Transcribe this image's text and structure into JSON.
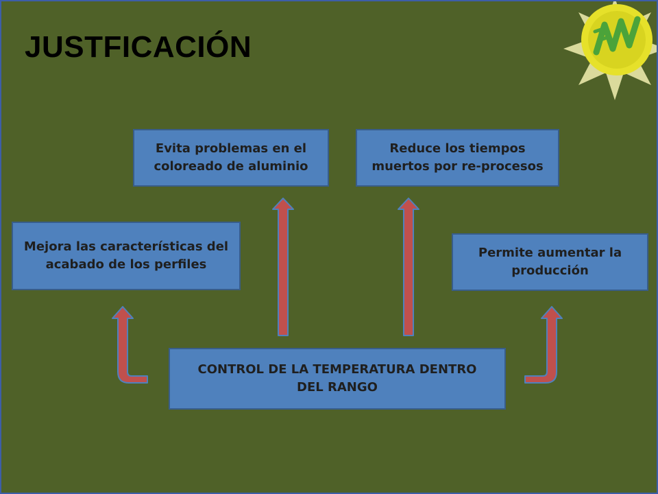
{
  "slide": {
    "title": "JUSTFICACIÓN"
  },
  "diagram": {
    "center": {
      "label": "CONTROL DE LA TEMPERATURA DENTRO DEL RANGO"
    },
    "outcomes": [
      {
        "label": "Mejora las características del acabado de los perfiles"
      },
      {
        "label": "Evita problemas en el coloreado de aluminio"
      },
      {
        "label": "Reduce los tiempos muertos por re-procesos"
      },
      {
        "label": "Permite aumentar  la producción"
      }
    ]
  },
  "colors": {
    "background": "#4f6128",
    "box_fill": "#4f81bd",
    "box_border": "#385d8a",
    "arrow_fill": "#c0504d",
    "arrow_outline": "#4f81bd",
    "logo_yellow": "#e6e12a",
    "logo_green": "#4ba33a"
  },
  "icons": {
    "logo": "sun-logo-icon"
  }
}
